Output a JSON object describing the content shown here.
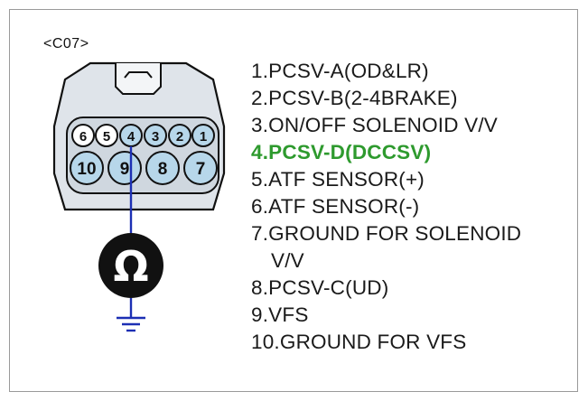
{
  "connector_id": "<C07>",
  "pins_top": [
    "6",
    "5",
    "4",
    "3",
    "2",
    "1"
  ],
  "pins_bottom": [
    "10",
    "9",
    "8",
    "7"
  ],
  "meter_symbol": "Ω",
  "legend": {
    "items": [
      "1.PCSV-A(OD&LR)",
      "2.PCSV-B(2-4BRAKE)",
      "3.ON/OFF SOLENOID V/V",
      "4.PCSV-D(DCCSV)",
      "5.ATF SENSOR(+)",
      "6.ATF SENSOR(-)",
      "7.GROUND FOR SOLENOID",
      "V/V",
      "8.PCSV-C(UD)",
      "9.VFS",
      "10.GROUND FOR VFS"
    ]
  },
  "colors": {
    "pin_fill_top": "#ffffff",
    "pin_fill_highlight": "#b7d7ea",
    "pin_fill_bottom": "#b7d7ea",
    "connector_body": "#dfe4ea",
    "probe_wire": "#1c2fb4",
    "meter": "#111111",
    "highlight_text": "#2e9a2e"
  }
}
